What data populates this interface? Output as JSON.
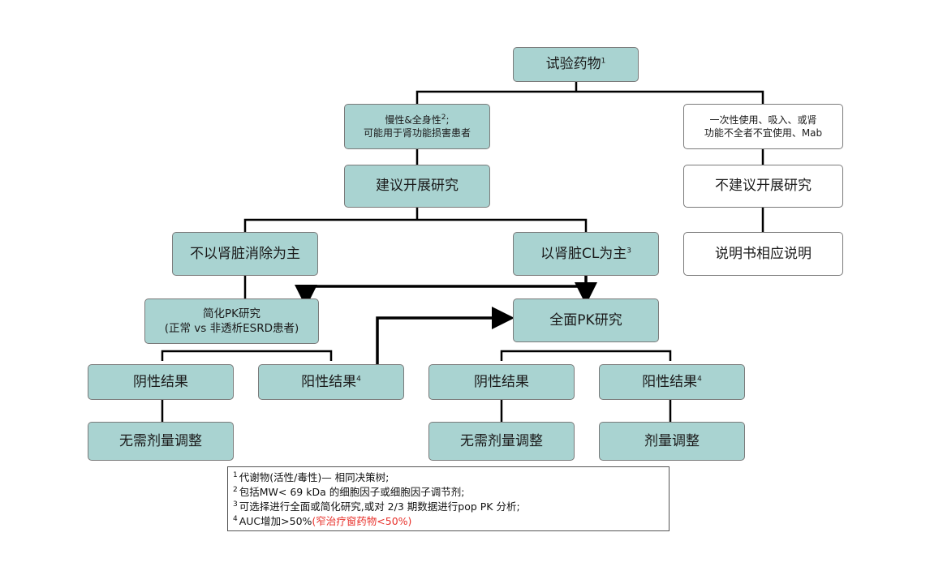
{
  "nodes": {
    "root": {
      "text": "试验药物",
      "sup": "1"
    },
    "chronic": {
      "line1": "慢性&全身性",
      "sup": "2",
      "line1_tail": ";",
      "line2": "可能用于肾功能损害患者"
    },
    "single_use": {
      "line1": "一次性使用、吸入、或肾",
      "line2": "功能不全者不宜使用、Mab"
    },
    "recommend": {
      "text": "建议开展研究"
    },
    "not_recommend": {
      "text": "不建议开展研究"
    },
    "label_note": {
      "text": "说明书相应说明"
    },
    "non_renal": {
      "text": "不以肾脏消除为主"
    },
    "renal_cl": {
      "text": "以肾脏CL为主",
      "sup": "3"
    },
    "reduced_pk": {
      "line1": "简化PK研究",
      "line2": "(正常 vs 非透析ESRD患者)"
    },
    "full_pk": {
      "text": "全面PK研究"
    },
    "neg_left": {
      "text": "阴性结果"
    },
    "pos_left": {
      "text": "阳性结果",
      "sup": "4"
    },
    "neg_right": {
      "text": "阴性结果"
    },
    "pos_right": {
      "text": "阳性结果",
      "sup": "4"
    },
    "no_adjust_left": {
      "text": "无需剂量调整"
    },
    "no_adjust_right": {
      "text": "无需剂量调整"
    },
    "adjust": {
      "text": "剂量调整"
    }
  },
  "footnotes": [
    {
      "num": "1",
      "text": "代谢物(活性/毒性)— 相同决策树;"
    },
    {
      "num": "2",
      "text": "包括MW< 69 kDa 的细胞因子或细胞因子调节剂;"
    },
    {
      "num": "3",
      "text": "可选择进行全面或简化研究,或对 2/3 期数据进行pop PK 分析;"
    },
    {
      "num": "4",
      "text": "AUC增加>50%",
      "red": "(窄治疗窗药物<50%)"
    }
  ],
  "colors": {
    "node_fill": "#a9d3d1",
    "connector": "#000000",
    "highlight": "#e8302a"
  }
}
